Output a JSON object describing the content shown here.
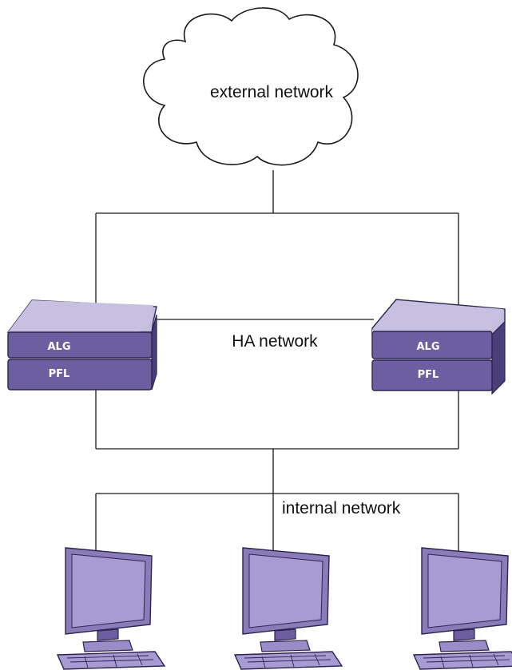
{
  "labels": {
    "external_network": "external network",
    "ha_network": "HA network",
    "internal_network": "internal network"
  },
  "firewalls": [
    {
      "top_label": "ALG",
      "bottom_label": "PFL"
    },
    {
      "top_label": "ALG",
      "bottom_label": "PFL"
    }
  ],
  "workstation_count": 3,
  "colors": {
    "device_top": "#c4bcdc",
    "device_side": "#6c5ea0",
    "device_stroke": "#2b2450",
    "monitor_frame": "#8a7cb8",
    "monitor_screen": "#a89ad2"
  }
}
